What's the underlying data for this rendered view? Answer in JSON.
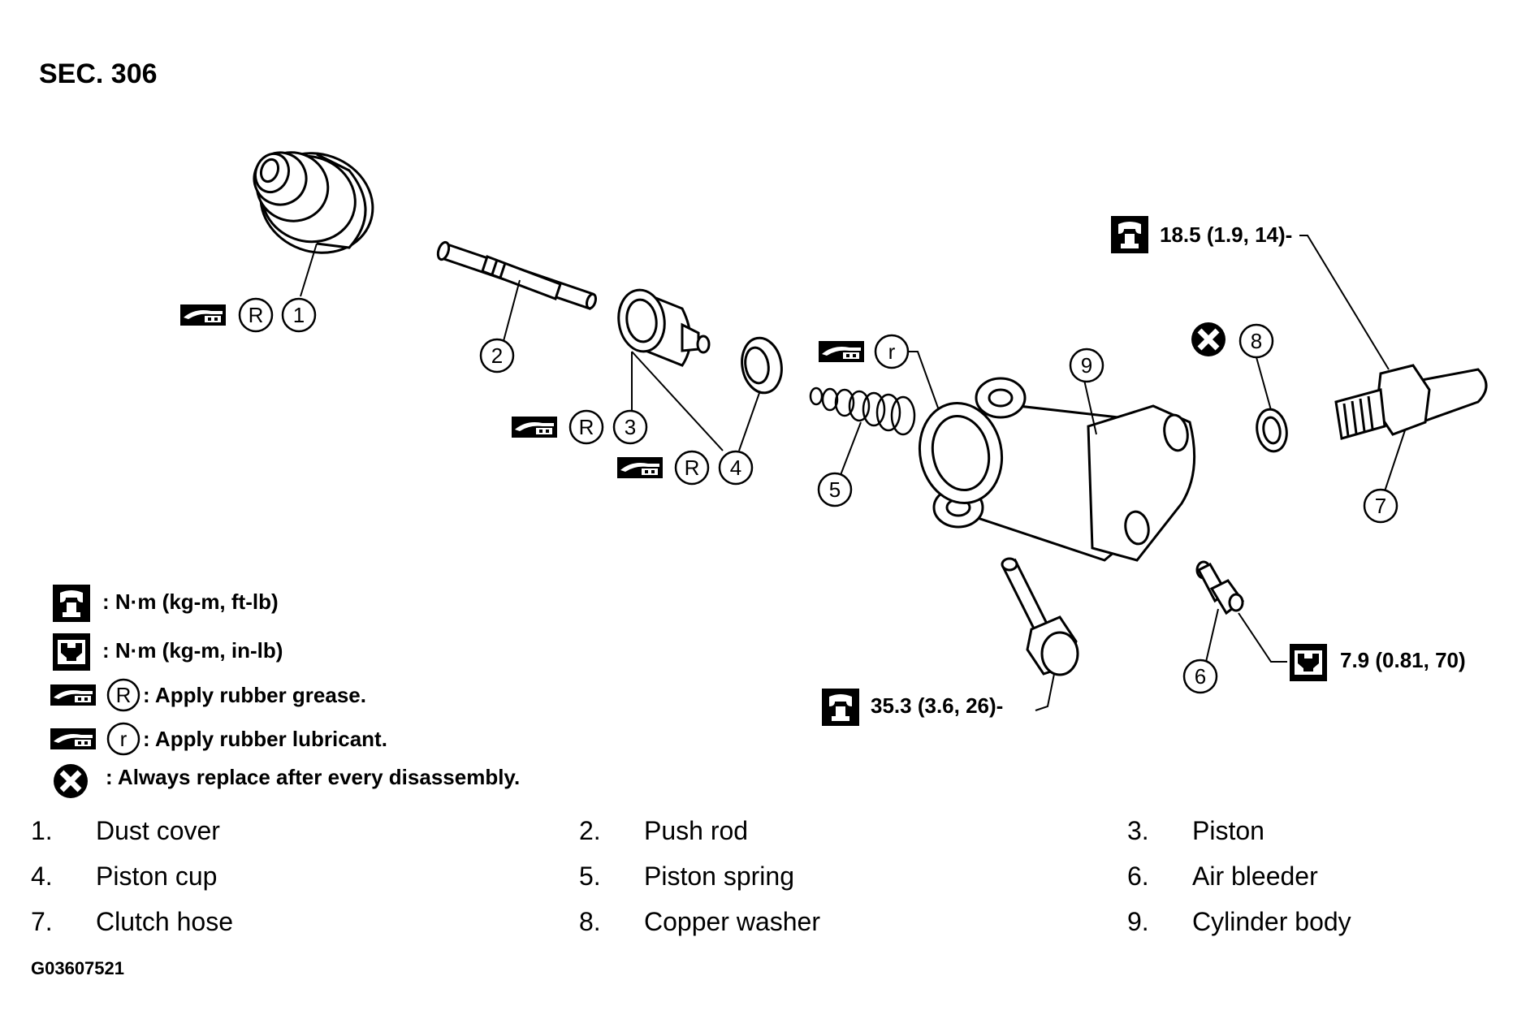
{
  "section": "SEC. 306",
  "figure_code": "G03607521",
  "callouts": {
    "n1": "1",
    "n2": "2",
    "n3": "3",
    "n4": "4",
    "n5": "5",
    "n6": "6",
    "n7": "7",
    "n8": "8",
    "n9": "9",
    "R": "R",
    "r": "r"
  },
  "torques": {
    "hose": "18.5 (1.9, 14)-",
    "bolt": "35.3 (3.6, 26)-",
    "bleeder": "7.9 (0.81, 70)"
  },
  "legend": {
    "torque_ftlb": ": N·m (kg-m, ft-lb)",
    "torque_inlb": ": N·m (kg-m, in-lb)",
    "grease": ": Apply rubber grease.",
    "lubricant": ": Apply rubber lubricant.",
    "replace": ": Always replace after every disassembly."
  },
  "parts": [
    {
      "num": "1.",
      "name": "Dust cover"
    },
    {
      "num": "2.",
      "name": "Push rod"
    },
    {
      "num": "3.",
      "name": "Piston"
    },
    {
      "num": "4.",
      "name": "Piston cup"
    },
    {
      "num": "5.",
      "name": "Piston spring"
    },
    {
      "num": "6.",
      "name": "Air bleeder"
    },
    {
      "num": "7.",
      "name": "Clutch hose"
    },
    {
      "num": "8.",
      "name": "Copper washer"
    },
    {
      "num": "9.",
      "name": "Cylinder body"
    }
  ]
}
